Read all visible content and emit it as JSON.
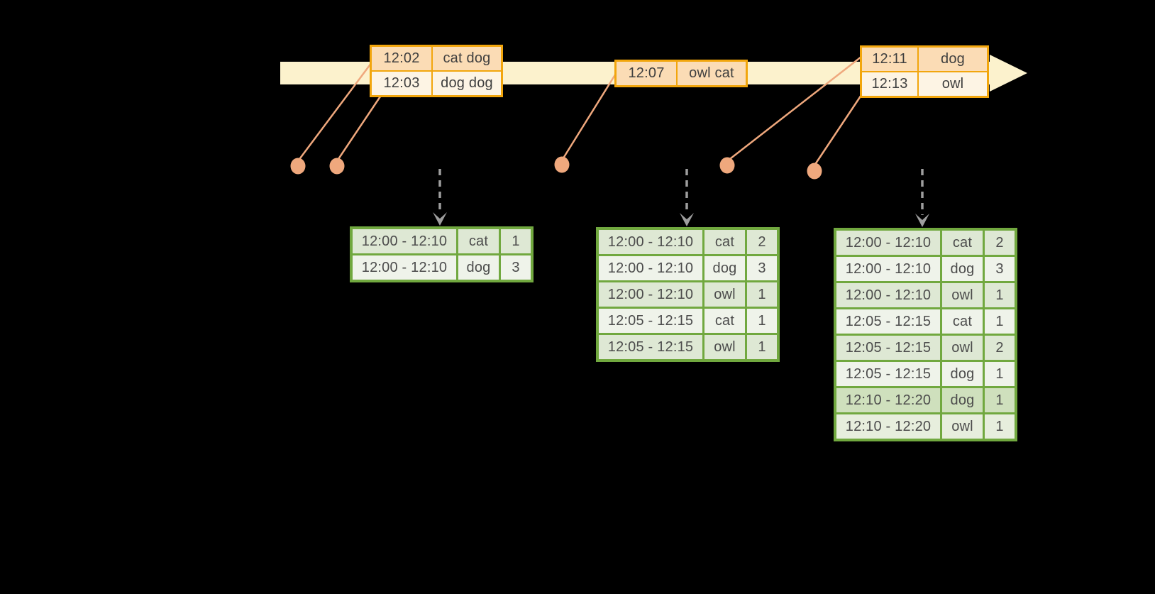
{
  "colors": {
    "bg": "#000000",
    "gold": "#f2a60d",
    "peach": "#fbdcb5",
    "cream": "#fdf4e4",
    "band": "#fcf2cd",
    "salmon": "#efa87d",
    "gray": "#9e9e9e",
    "green": "#71a83f",
    "cellDark": "#dee8d4",
    "cellLight": "#eff3ea",
    "cellHi": "#cfe0bd",
    "cellHiLight": "#e7eedd",
    "ink": "#3f3f3f",
    "ink2": "#4c4c4c"
  },
  "icons": {
    "timeline_arrow": "right-arrowhead",
    "trigger_arrow": "dashed-down-arrow",
    "event_marker": "dot"
  },
  "event_tables": [
    {
      "rows": [
        [
          "12:02",
          "cat dog"
        ],
        [
          "12:03",
          "dog dog"
        ]
      ]
    },
    {
      "rows": [
        [
          "12:07",
          "owl cat"
        ]
      ]
    },
    {
      "rows": [
        [
          "12:11",
          "dog"
        ],
        [
          "12:13",
          "owl"
        ]
      ]
    }
  ],
  "result_tables": [
    {
      "rows": [
        [
          "12:00 - 12:10",
          "cat",
          "1"
        ],
        [
          "12:00 - 12:10",
          "dog",
          "3"
        ]
      ]
    },
    {
      "rows": [
        [
          "12:00 - 12:10",
          "cat",
          "2"
        ],
        [
          "12:00 - 12:10",
          "dog",
          "3"
        ],
        [
          "12:00 - 12:10",
          "owl",
          "1"
        ],
        [
          "12:05 - 12:15",
          "cat",
          "1"
        ],
        [
          "12:05 - 12:15",
          "owl",
          "1"
        ]
      ]
    },
    {
      "rows": [
        [
          "12:00 - 12:10",
          "cat",
          "2"
        ],
        [
          "12:00 - 12:10",
          "dog",
          "3"
        ],
        [
          "12:00 - 12:10",
          "owl",
          "1"
        ],
        [
          "12:05 - 12:15",
          "cat",
          "1"
        ],
        [
          "12:05 - 12:15",
          "owl",
          "2"
        ],
        [
          "12:05 - 12:15",
          "dog",
          "1"
        ],
        [
          "12:10 - 12:20",
          "dog",
          "1"
        ],
        [
          "12:10 - 12:20",
          "owl",
          "1"
        ]
      ]
    }
  ]
}
